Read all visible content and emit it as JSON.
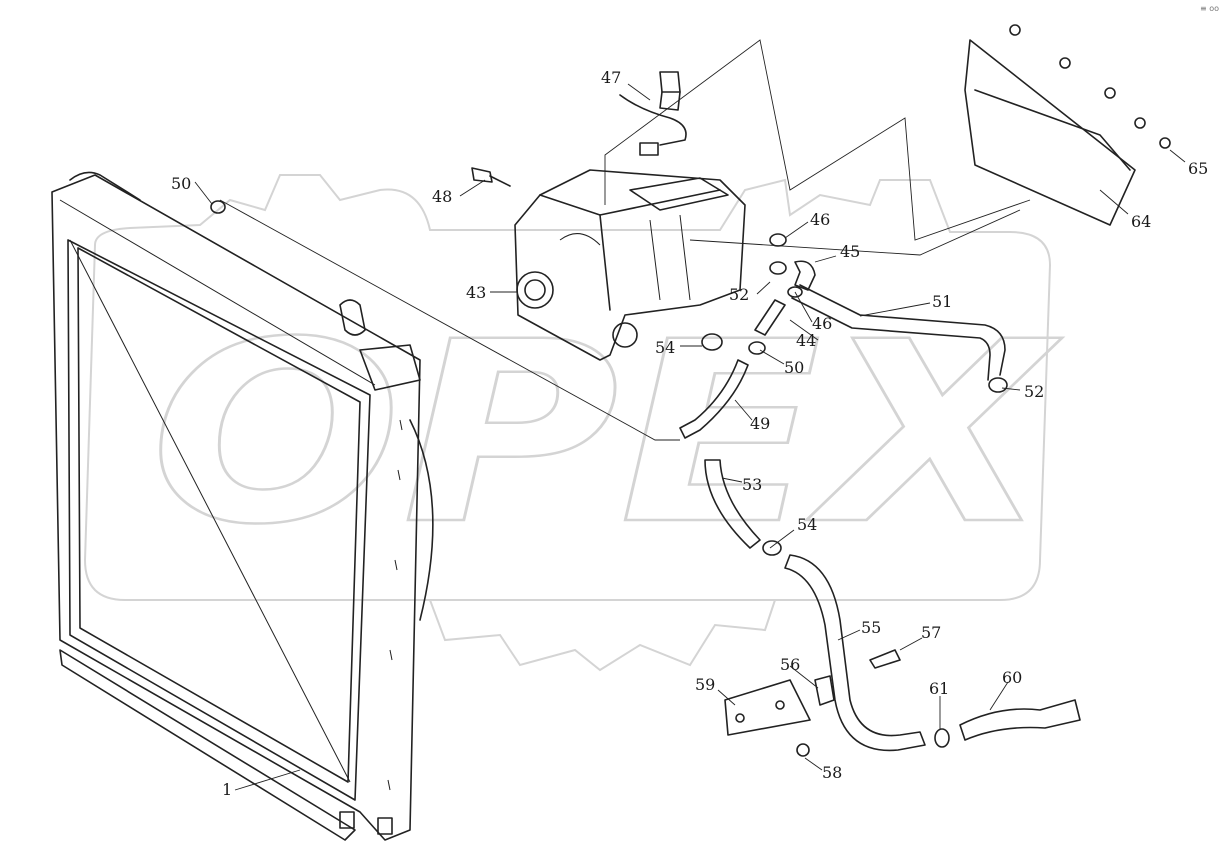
{
  "watermark": {
    "text": "OPEX"
  },
  "corner_mark": "≡ oo",
  "callouts": [
    {
      "id": "c1",
      "label": "1"
    },
    {
      "id": "c43",
      "label": "43"
    },
    {
      "id": "c44",
      "label": "44"
    },
    {
      "id": "c45",
      "label": "45"
    },
    {
      "id": "c46a",
      "label": "46"
    },
    {
      "id": "c46b",
      "label": "46"
    },
    {
      "id": "c47",
      "label": "47"
    },
    {
      "id": "c48",
      "label": "48"
    },
    {
      "id": "c49",
      "label": "49"
    },
    {
      "id": "c50a",
      "label": "50"
    },
    {
      "id": "c50b",
      "label": "50"
    },
    {
      "id": "c51",
      "label": "51"
    },
    {
      "id": "c52a",
      "label": "52"
    },
    {
      "id": "c52b",
      "label": "52"
    },
    {
      "id": "c53",
      "label": "53"
    },
    {
      "id": "c54a",
      "label": "54"
    },
    {
      "id": "c54b",
      "label": "54"
    },
    {
      "id": "c55",
      "label": "55"
    },
    {
      "id": "c56",
      "label": "56"
    },
    {
      "id": "c57",
      "label": "57"
    },
    {
      "id": "c58",
      "label": "58"
    },
    {
      "id": "c59",
      "label": "59"
    },
    {
      "id": "c60",
      "label": "60"
    },
    {
      "id": "c61",
      "label": "61"
    },
    {
      "id": "c64",
      "label": "64"
    },
    {
      "id": "c65",
      "label": "65"
    }
  ]
}
